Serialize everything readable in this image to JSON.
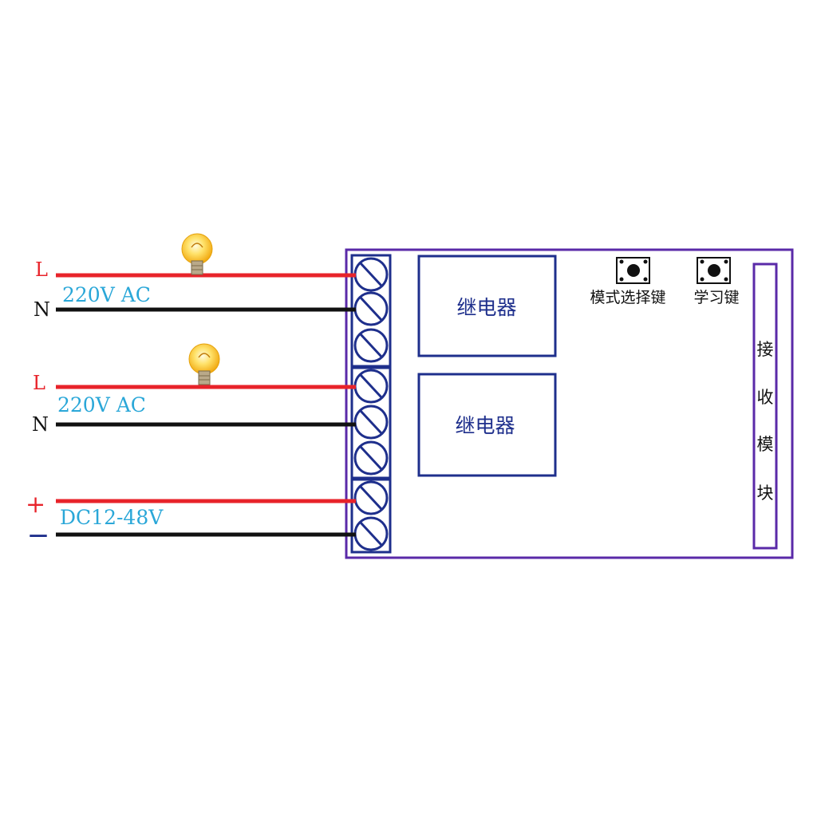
{
  "colors": {
    "live": "#e8232a",
    "neutral": "#111111",
    "board": "#5a2aa8",
    "component": "#1e2f8c",
    "voltage_label": "#2aa7d8",
    "relay_text": "#1e2f8c",
    "button_text": "#111111",
    "bulb": "#f7c21d"
  },
  "circuits": [
    {
      "pos_label": "L",
      "neg_label": "N",
      "voltage": "220V AC",
      "has_bulb": true
    },
    {
      "pos_label": "L",
      "neg_label": "N",
      "voltage": "220V AC",
      "has_bulb": true
    },
    {
      "pos_label": "+",
      "neg_label": "—",
      "voltage": "DC12-48V",
      "has_bulb": false
    }
  ],
  "relays": [
    {
      "label": "继电器"
    },
    {
      "label": "继电器"
    }
  ],
  "buttons": [
    {
      "label": "模式选择键"
    },
    {
      "label": "学习键"
    }
  ],
  "receiver_module": {
    "label_chars": [
      "接",
      "收",
      "模",
      "块"
    ]
  }
}
